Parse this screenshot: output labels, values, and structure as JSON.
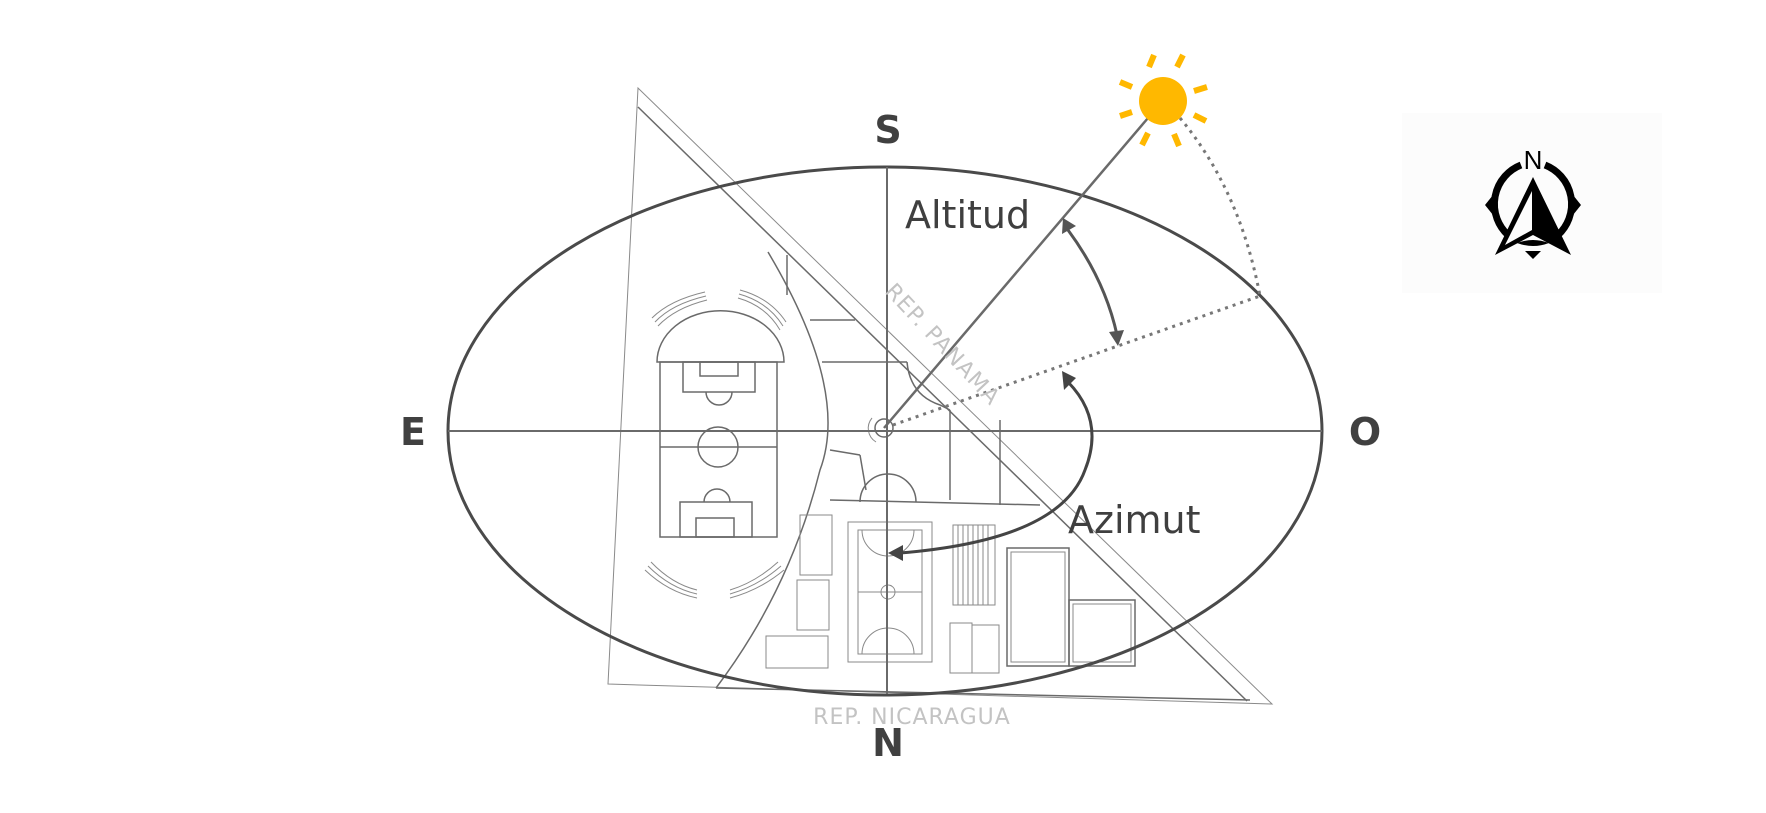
{
  "diagram": {
    "title": "Sun position diagram over site plan",
    "cardinal_points": {
      "south": "S",
      "east": "E",
      "west": "O",
      "north": "N"
    },
    "angles": {
      "altitude_label": "Altitud",
      "azimuth_label": "Azimut"
    },
    "borders": {
      "top_right": "REP. PANAMA",
      "bottom": "REP. NICARAGUA"
    },
    "compass": {
      "north_label": "N"
    },
    "colors": {
      "sun": "#FFB800",
      "lines": "#555555",
      "labels": "#404040",
      "country_labels": "#C3C3C3"
    },
    "icons": [
      "sun-icon",
      "north-compass-icon"
    ]
  }
}
